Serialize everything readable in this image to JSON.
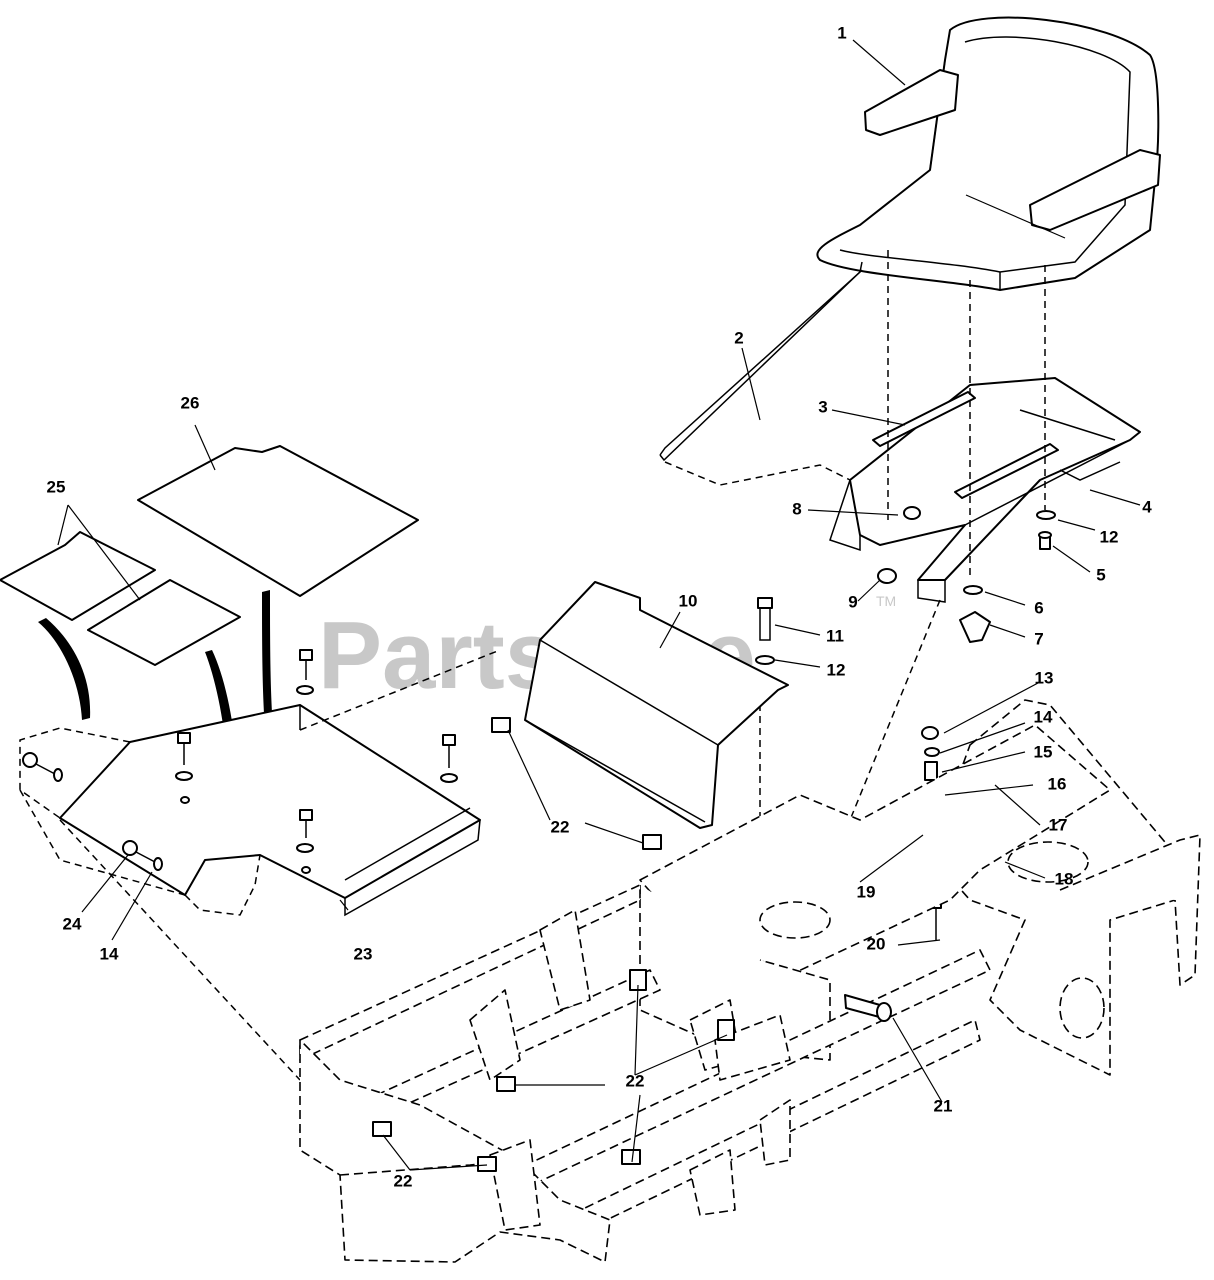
{
  "watermark": {
    "text": "PartsTree",
    "trademark": "TM"
  },
  "callouts": [
    {
      "id": "c1",
      "label": "1"
    },
    {
      "id": "c2",
      "label": "2"
    },
    {
      "id": "c3",
      "label": "3"
    },
    {
      "id": "c4",
      "label": "4"
    },
    {
      "id": "c5",
      "label": "5"
    },
    {
      "id": "c6",
      "label": "6"
    },
    {
      "id": "c7",
      "label": "7"
    },
    {
      "id": "c8",
      "label": "8"
    },
    {
      "id": "c9",
      "label": "9"
    },
    {
      "id": "c10",
      "label": "10"
    },
    {
      "id": "c11",
      "label": "11"
    },
    {
      "id": "c12a",
      "label": "12"
    },
    {
      "id": "c12b",
      "label": "12"
    },
    {
      "id": "c13",
      "label": "13"
    },
    {
      "id": "c14a",
      "label": "14"
    },
    {
      "id": "c14b",
      "label": "14"
    },
    {
      "id": "c15",
      "label": "15"
    },
    {
      "id": "c16",
      "label": "16"
    },
    {
      "id": "c17",
      "label": "17"
    },
    {
      "id": "c18",
      "label": "18"
    },
    {
      "id": "c19",
      "label": "19"
    },
    {
      "id": "c20",
      "label": "20"
    },
    {
      "id": "c21",
      "label": "21"
    },
    {
      "id": "c22a",
      "label": "22"
    },
    {
      "id": "c22b",
      "label": "22"
    },
    {
      "id": "c22c",
      "label": "22"
    },
    {
      "id": "c23",
      "label": "23"
    },
    {
      "id": "c24",
      "label": "24"
    },
    {
      "id": "c25",
      "label": "25"
    },
    {
      "id": "c26",
      "label": "26"
    }
  ]
}
